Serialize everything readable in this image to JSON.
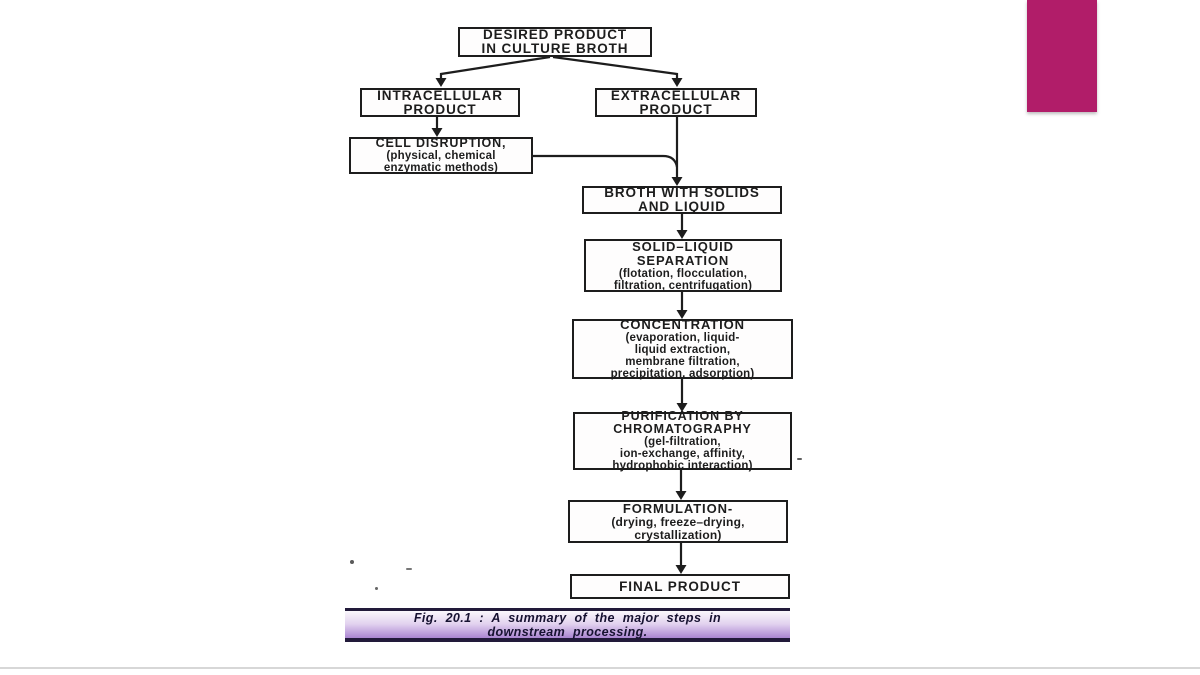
{
  "colors": {
    "accent": "#b11d69",
    "ink": "#1d1d1d",
    "captionGradTop": "#faf7fc",
    "captionGradMid": "#e2d2ef",
    "captionGradBottom": "#aa85d1",
    "captionBorder": "#221a3a",
    "captionText": "#171231"
  },
  "flowchart": {
    "boxes": {
      "desired_product": {
        "line1": "DESIRED PRODUCT",
        "line2": "IN CULTURE BROTH"
      },
      "intracellular": {
        "line1": "INTRACELLULAR",
        "line2": "PRODUCT"
      },
      "extracellular": {
        "line1": "EXTRACELLULAR",
        "line2": "PRODUCT"
      },
      "cell_disruption": {
        "line1": "CELL DISRUPTION,",
        "line2": "(physical, chemical",
        "line3": "enzymatic methods)"
      },
      "broth": {
        "line1": "BROTH WITH SOLIDS",
        "line2": "AND LIQUID"
      },
      "solid_liquid": {
        "line1": "SOLID–LIQUID",
        "line2": "SEPARATION",
        "line3": "(flotation, flocculation,",
        "line4": "filtration, centrifugation)"
      },
      "concentration": {
        "line1": "CONCENTRATION",
        "line2": "(evaporation, liquid-",
        "line3": "liquid extraction,",
        "line4": "membrane filtration,",
        "line5": "precipitation, adsorption)"
      },
      "purification": {
        "line1": "PURIFICATION BY",
        "line2": "CHROMATOGRAPHY",
        "line3": "(gel-filtration,",
        "line4": "ion-exchange, affinity,",
        "line5": "hydrophobic interaction)"
      },
      "formulation": {
        "line1": "FORMULATION-",
        "line2": "(drying, freeze–drying,",
        "line3": "crystallization)"
      },
      "final_product": {
        "line1": "FINAL PRODUCT"
      }
    },
    "caption": {
      "line1": "Fig. 20.1 : A summary of the major steps in",
      "line2": "downstream processing."
    }
  }
}
